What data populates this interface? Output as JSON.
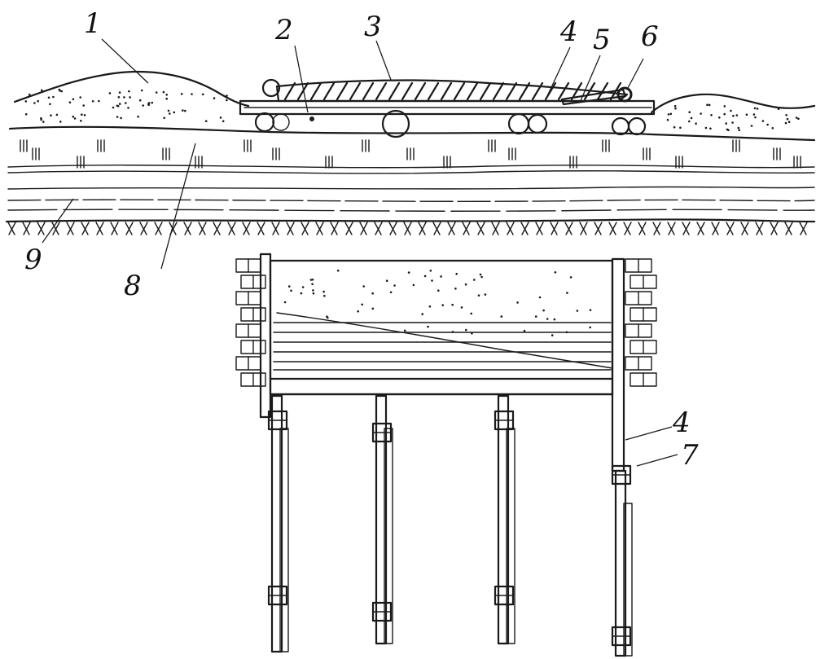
{
  "labels": {
    "l1": "1",
    "l2": "2",
    "l3": "3",
    "l4": "4",
    "l5": "5",
    "l6": "6",
    "l7": "7",
    "l8": "8",
    "l9": "9",
    "l4b": "4"
  }
}
